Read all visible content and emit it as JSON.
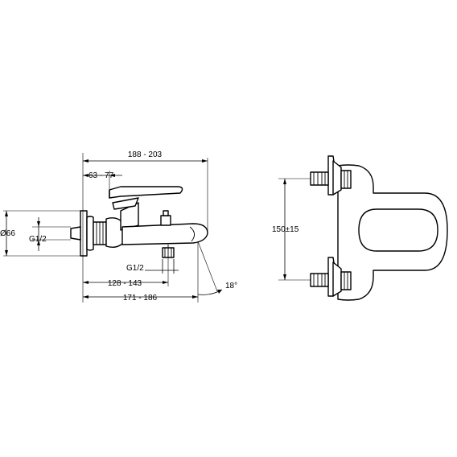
{
  "labels": {
    "overall_length": "188 - 203",
    "lever_offset": "63 - 77",
    "inlet_diameter": "Ø66",
    "inlet_thread": "G1/2",
    "outlet_thread": "G1/2",
    "outlet_position": "128 - 143",
    "spout_reach": "171 - 186",
    "spout_angle": "18°",
    "inlet_spacing": "150±15"
  }
}
